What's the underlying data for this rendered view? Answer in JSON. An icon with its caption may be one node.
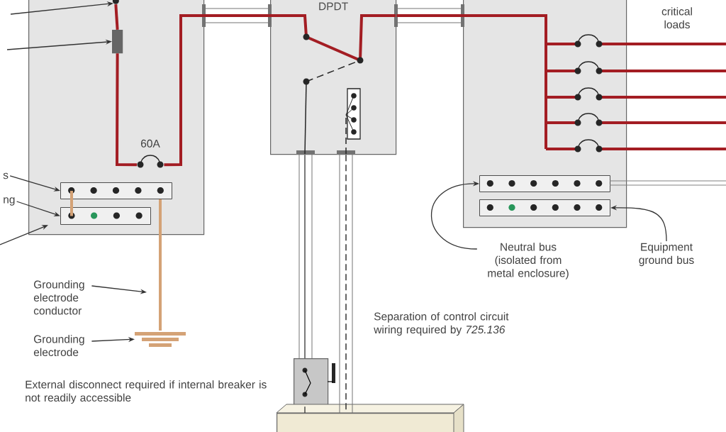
{
  "diagram": {
    "nodes": [
      {
        "text": [],
        "shape": "box"
      },
      {
        "text": [
          "DPDT"
        ]
      },
      {
        "text": [],
        "shape": "box"
      },
      {
        "text": [],
        "shape": "bar",
        "in": 0
      },
      {
        "text": [],
        "shape": "bar",
        "in": 0
      },
      {
        "text": [],
        "shape": "bar",
        "in": 2
      },
      {
        "text": [],
        "shape": "bar",
        "in": 2
      },
      {
        "text": [
          "s"
        ]
      },
      {
        "text": [
          "ng"
        ]
      },
      {
        "text": [
          "Grounding electrode conductor"
        ]
      },
      {
        "text": [
          "Grounding electrode"
        ]
      },
      {
        "text": [],
        "shape": "ground"
      },
      {
        "text": [
          "Neutral bus (isolated from metal enclosure)"
        ]
      },
      {
        "text": [
          "Equipment ground bus"
        ]
      },
      {
        "text": [],
        "shape": "box"
      },
      {
        "text": [],
        "shape": "box"
      },
      {
        "text": [],
        "shape": "box",
        "in": 0
      },
      {
        "text": [],
        "shape": "circle",
        "in": 0
      },
      {
        "text": [],
        "shape": "breaker",
        "in": 0
      }
    ],
    "edges": [
      {
        "from": null,
        "to": 17,
        "arrow": "to"
      },
      {
        "from": null,
        "to": 16,
        "arrow": "to"
      },
      {
        "from": 7,
        "to": 3,
        "arrow": "to"
      },
      {
        "from": 8,
        "to": 4,
        "arrow": "to"
      },
      {
        "from": null,
        "to": 0,
        "arrow": "to"
      },
      {
        "from": 18,
        "to": 1,
        "arrow": "none",
        "style": "thick",
        "color": "#a31d23"
      },
      {
        "from": 1,
        "to": 2,
        "arrow": "none",
        "style": "thick",
        "color": "#a31d23"
      },
      {
        "from": 3,
        "to": 11,
        "arrow": "none",
        "style": "thick",
        "color": "#d4a276"
      },
      {
        "from": 9,
        "to": null,
        "arrow": "to"
      },
      {
        "from": 10,
        "to": 11,
        "arrow": "to"
      },
      {
        "from": 12,
        "to": 5,
        "arrow": "to"
      },
      {
        "from": 13,
        "to": 6,
        "arrow": "to"
      },
      {
        "from": 1,
        "to": 14,
        "arrow": "none"
      },
      {
        "from": 14,
        "to": 15,
        "arrow": "none"
      },
      {
        "from": 1,
        "to": 15,
        "arrow": "none",
        "style": "dashed"
      },
      {
        "from": 3,
        "to": 4,
        "arrow": "none",
        "style": "thick",
        "color": "#d4a276"
      },
      {
        "from": 17,
        "to": 16,
        "arrow": "none",
        "style": "thick",
        "color": "#a31d23"
      },
      {
        "from": 16,
        "to": 18,
        "arrow": "none",
        "style": "thick",
        "color": "#a31d23"
      }
    ],
    "labels": [
      "critical loads",
      "60A",
      "Separation of control circuit wiring required by *725.136*",
      "External disconnect required if internal breaker is not readily accessible"
    ]
  }
}
